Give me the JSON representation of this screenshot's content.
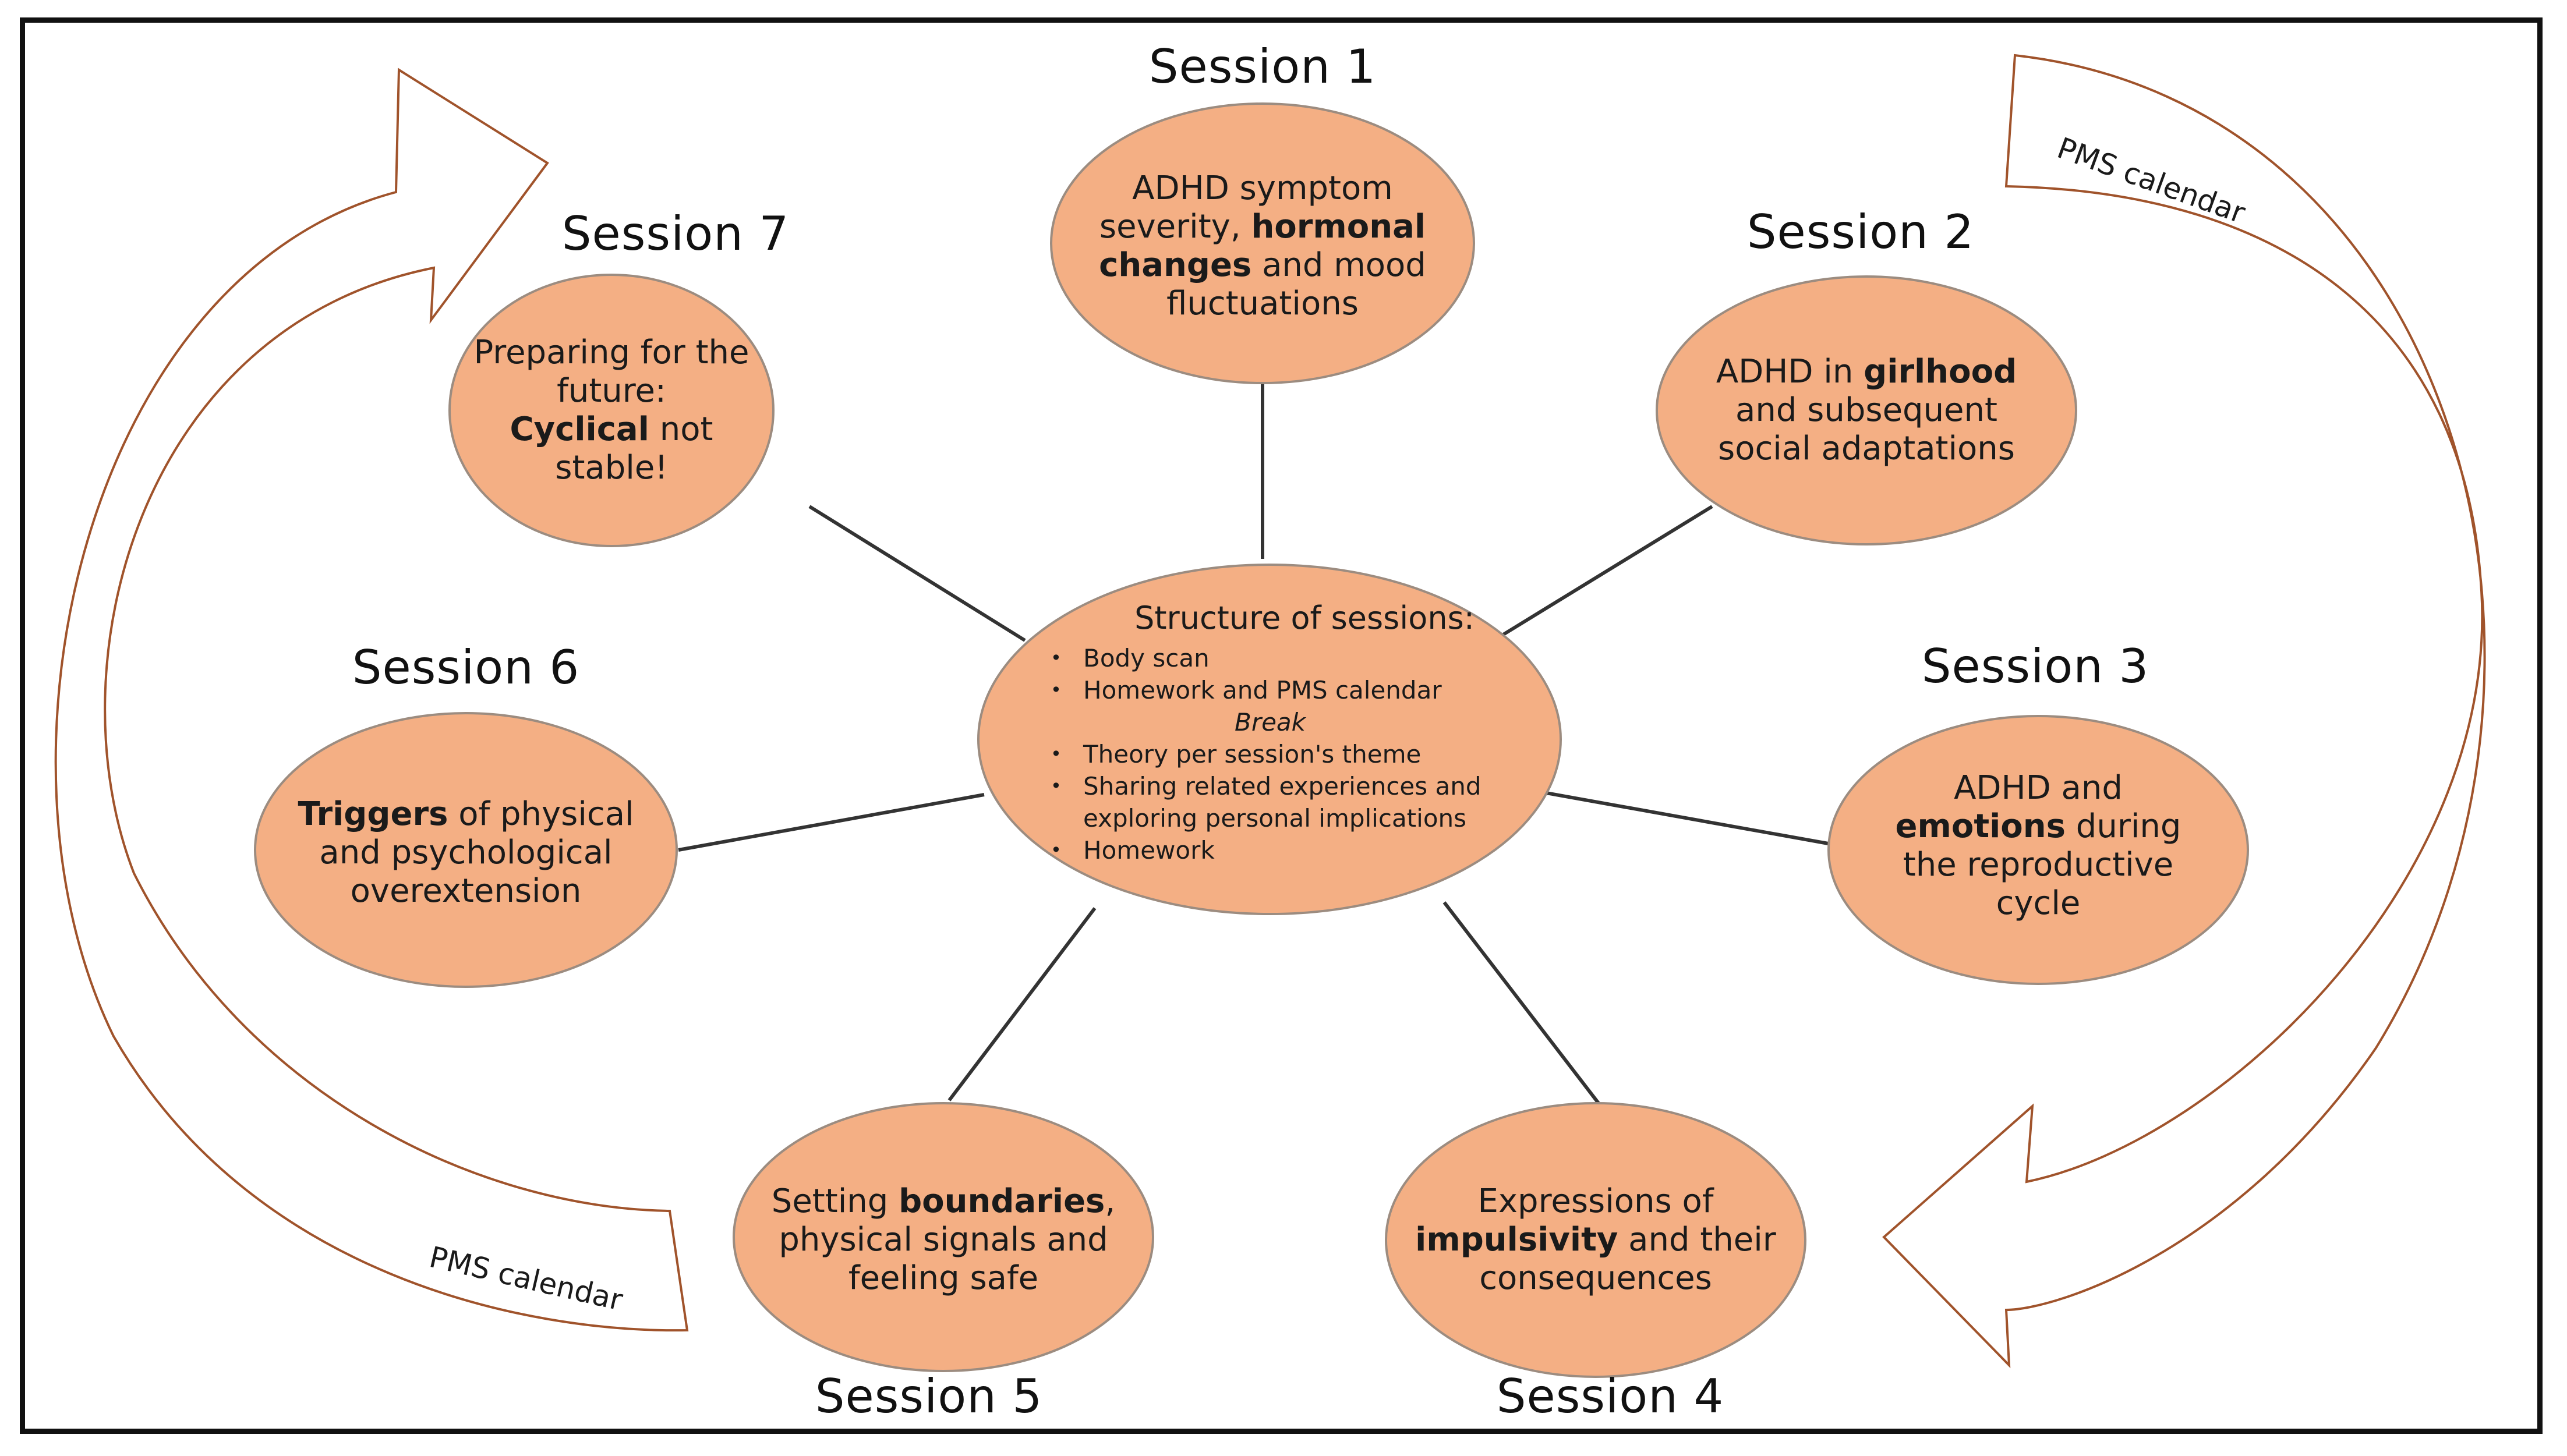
{
  "center": {
    "title": "Structure of sessions:",
    "items": [
      "Body scan",
      "Homework and PMS  calendar",
      "Break",
      "Theory per session's theme",
      "Sharing related experiences  and",
      "exploring personal implications",
      "Homework"
    ]
  },
  "sessions": [
    {
      "title": "Session 1",
      "lines": [
        [
          "ADHD symptom"
        ],
        [
          "severity, ",
          "**hormonal"
        ],
        [
          "**changes",
          " and mood"
        ],
        [
          "fluctuations"
        ]
      ]
    },
    {
      "title": "Session 2",
      "lines": [
        [
          "ADHD in ",
          "**girlhood"
        ],
        [
          "and subsequent"
        ],
        [
          "social adaptations"
        ]
      ]
    },
    {
      "title": "Session 3",
      "lines": [
        [
          "ADHD and"
        ],
        [
          "**emotions",
          " during"
        ],
        [
          "the reproductive"
        ],
        [
          "cycle"
        ]
      ]
    },
    {
      "title": "Session 4",
      "lines": [
        [
          "Expressions of"
        ],
        [
          "**impulsivity",
          " and their"
        ],
        [
          "consequences"
        ]
      ]
    },
    {
      "title": "Session 5",
      "lines": [
        [
          "Setting ",
          "**boundaries",
          ","
        ],
        [
          "physical signals and"
        ],
        [
          "feeling safe"
        ]
      ]
    },
    {
      "title": "Session 6",
      "lines": [
        [
          "**Triggers",
          " of physical"
        ],
        [
          "and psychological"
        ],
        [
          "overextension"
        ]
      ]
    },
    {
      "title": "Session 7",
      "lines": [
        [
          "Preparing for the"
        ],
        [
          "future:"
        ],
        [
          "**Cyclical",
          " not stable!"
        ]
      ]
    }
  ],
  "arrows": {
    "left_label": "PMS calendar",
    "right_label": "PMS calendar"
  },
  "colors": {
    "node_fill": "#f4af84",
    "node_stroke": "#9c8c80",
    "arrow_stroke": "#a0532b",
    "connector": "#333333"
  }
}
